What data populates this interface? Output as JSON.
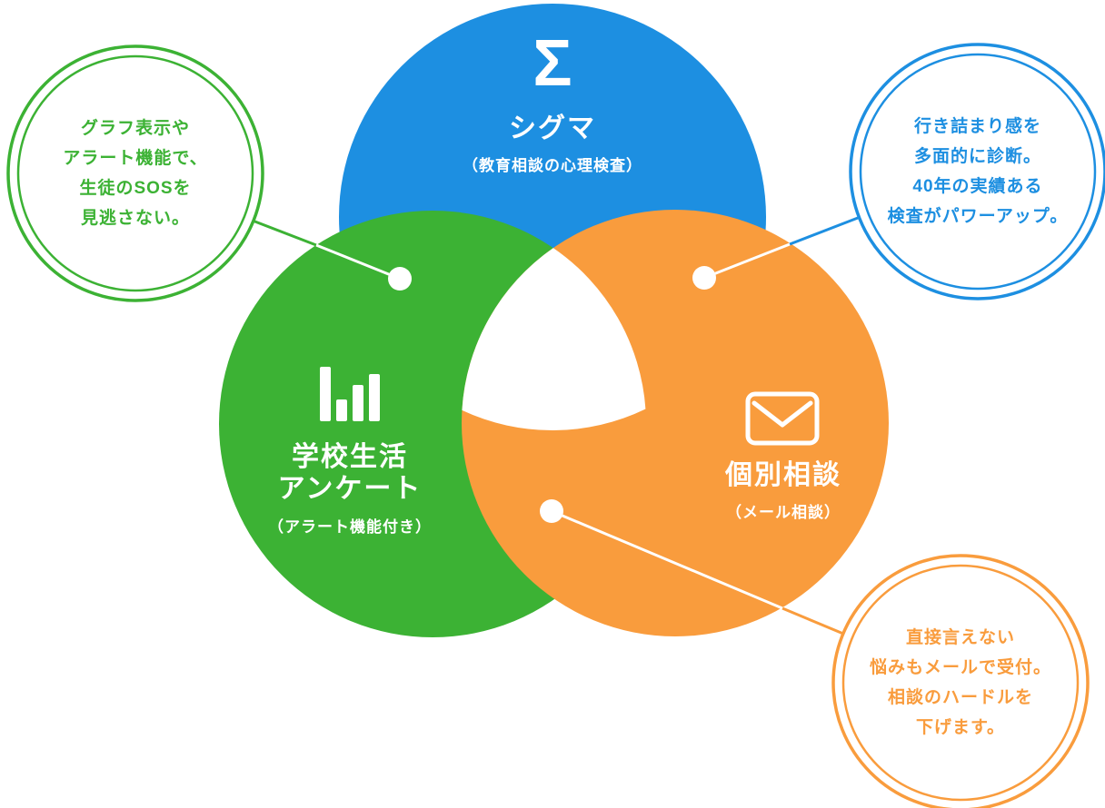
{
  "colors": {
    "blue": "#1d8fe1",
    "green": "#3cb234",
    "orange": "#f99c3d",
    "white": "#ffffff"
  },
  "circles": {
    "sigma": {
      "icon": "sigma-icon",
      "glyph": "Σ",
      "title": "シグマ",
      "subtitle": "（教育相談の心理検査）"
    },
    "survey": {
      "icon": "bar-chart-icon",
      "title_lines": [
        "学校生活",
        "アンケート"
      ],
      "subtitle": "（アラート機能付き）"
    },
    "consult": {
      "icon": "mail-icon",
      "title": "個別相談",
      "subtitle": "（メール相談）"
    }
  },
  "callouts": {
    "survey": {
      "lines": [
        "グラフ表示や",
        "アラート機能で、",
        "生徒のSOSを",
        "見逃さない。"
      ]
    },
    "sigma": {
      "lines": [
        "行き詰まり感を",
        "多面的に診断。",
        "40年の実績ある",
        "検査がパワーアップ。"
      ]
    },
    "consult": {
      "lines": [
        "直接言えない",
        "悩みもメールで受付。",
        "相談のハードルを",
        "下げます。"
      ]
    }
  }
}
